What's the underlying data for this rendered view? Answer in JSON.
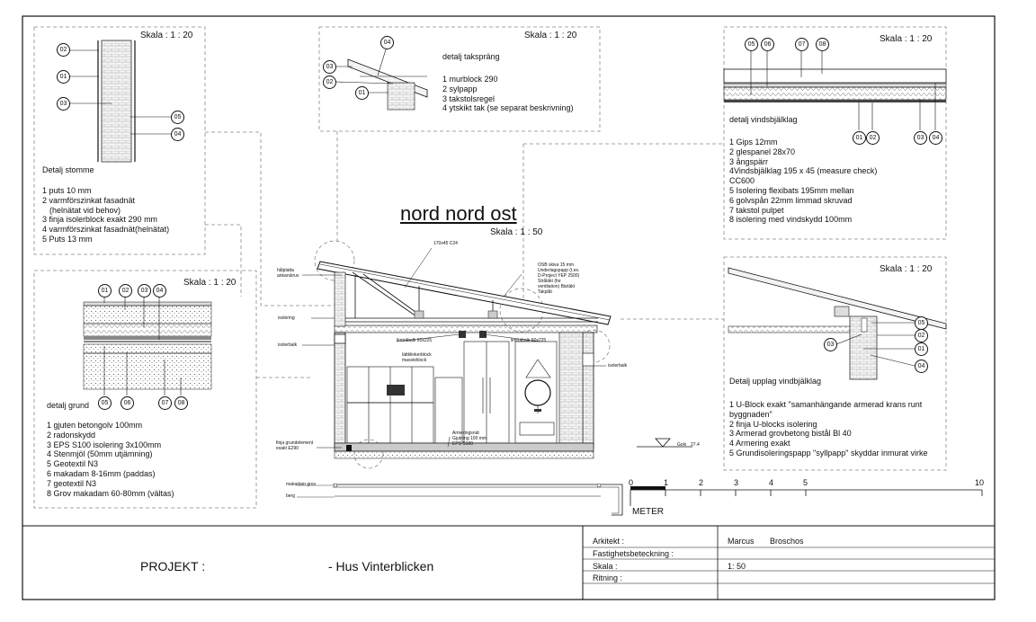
{
  "title": {
    "name": "nord nord ost",
    "scale": "Skala : 1 : 50"
  },
  "details": {
    "stomme": {
      "scale": "Skala : 1 : 20",
      "heading": "Detalj stomme",
      "items": [
        "1 puts 10 mm",
        "2 varmförszinkat fasadnät",
        "(helnätat vid behov)",
        "3 finja isolerblock exakt 290 mm",
        "4 varmförszinkat fasadnät(helnätat)",
        "5 Puts 13 mm"
      ],
      "bubbles": [
        "02",
        "01",
        "03",
        "05",
        "04"
      ]
    },
    "taksprang": {
      "scale": "Skala : 1 : 20",
      "heading": "detalj takspräng",
      "items": [
        "1 murblock 290",
        "2 sylpapp",
        "3 takstolsregel",
        "4 ytskikt tak (se separat beskrivning)"
      ],
      "bubbles": [
        "04",
        "03",
        "02",
        "01"
      ]
    },
    "vindsbjalklag": {
      "scale": "Skala : 1 : 20",
      "heading": "detalj vindsbjälklag",
      "items": [
        "1 Gips 12mm",
        "2 glespanel 28x70",
        "3 ångspärr",
        "4Vindsbjälklag 195 x 45 (measure check)",
        "CC600",
        "5 Isolering flexibats 195mm mellan",
        "6 golvspån 22mm limmad skruvad",
        "7 takstol pulpet",
        "8 isolering med vindskydd 100mm"
      ],
      "bubbles": [
        "05",
        "06",
        "07",
        "08",
        "01",
        "02",
        "03",
        "04"
      ]
    },
    "grund": {
      "scale": "Skala : 1 : 20",
      "heading": "detalj grund",
      "items": [
        "1 gjuten betongolv 100mm",
        "2 radonskydd",
        "3 EPS S100 isolering 3x100mm",
        "4 Stenmjöl (50mm utjämning)",
        "5 Geotextil N3",
        "6 makadam 8-16mm (paddas)",
        "7 geotextil N3",
        "8 Grov makadam 60-80mm (vältas)"
      ],
      "bubbles": [
        "01",
        "02",
        "03",
        "04",
        "05",
        "06",
        "07",
        "08"
      ]
    },
    "upplag": {
      "scale": "Skala : 1 : 20",
      "heading": "Detalj  upplag vindbjälklag",
      "items": [
        "1 U-Block exakt \"samanhängande armerad krans runt",
        "byggnaden\"",
        "2 finja U-blocks isolering",
        "3 Armerad grovbetong bistål Bl 40",
        "4 Armering exakt",
        "5 Grundisoleringspapp \"syllpapp\" skyddar inmurat virke"
      ],
      "bubbles": [
        "05",
        "02",
        "03",
        "01",
        "04"
      ]
    }
  },
  "section_labels": {
    "timber": "170x45 C24",
    "halplatta": "hålplatta ankarskruv",
    "isolering": "isolering",
    "isolerbalk_l": "isolerbalk",
    "osb": "OSB skiva 15 mm Underlagspapp (t.ex. D-Project YEP 2500) Stråläkt (for ventilation) Bärläkt Takplåt",
    "limtra1": "limträbalk 90x225",
    "limtra2": "limträbalk 90x225",
    "lattblock": "lättklinkerblock massivblock",
    "isolerbalk_r": "isolerbalk",
    "finja": "finja grundelement exakt E290",
    "armering": "Armeringsnät Gjutning 100 mm EPS S100",
    "golv": "Golv",
    "golv_level": "27.4",
    "makadam": "makadam grov",
    "berg": "berg"
  },
  "scale_bar": {
    "ticks": [
      "0",
      "1",
      "2",
      "3",
      "4",
      "5",
      "10"
    ],
    "unit": "METER"
  },
  "title_block": {
    "project_label": "PROJEKT :",
    "project_name": "-  Hus Vinterblicken",
    "rows": [
      {
        "label": "Arkitekt :",
        "value": "Marcus       Broschos"
      },
      {
        "label": "Fastighetsbeteckning :",
        "value": ""
      },
      {
        "label": "Skala :",
        "value": "1: 50"
      },
      {
        "label": "Ritning :",
        "value": ""
      }
    ]
  }
}
